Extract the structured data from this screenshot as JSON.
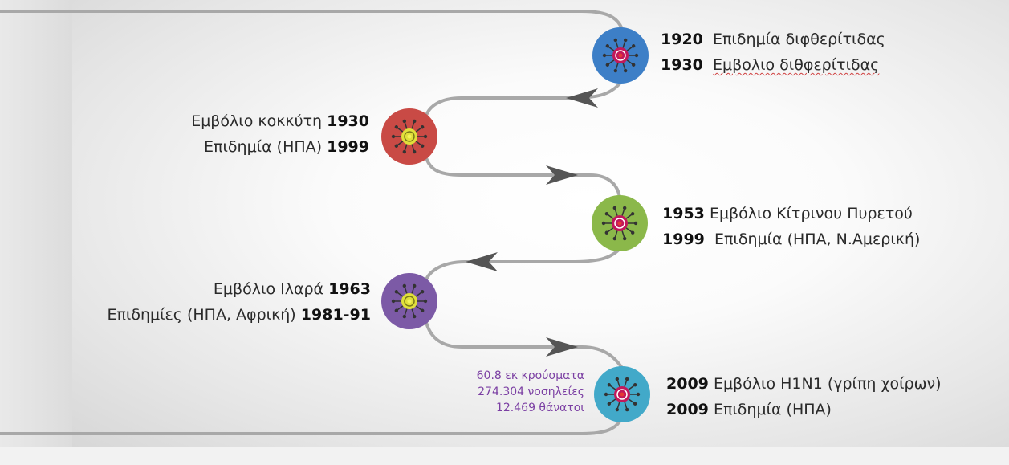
{
  "colors": {
    "node1": "#3d7fc7",
    "node2": "#c94a45",
    "node3": "#8bb84a",
    "node4": "#7c5aa6",
    "node5": "#42a9c9",
    "connector": "#a8a8a8",
    "arrow": "#555555",
    "note_text": "#7b3fa3"
  },
  "nodes": [
    {
      "icon": "virus-icon",
      "lines": [
        {
          "year": "1920",
          "text": "Επιδημία διφθερίτιδας",
          "squiggle": ""
        },
        {
          "year": "1930",
          "text": "Εμβολιο διθφερίτιδας",
          "squiggle": "yes"
        }
      ]
    },
    {
      "icon": "virus-icon",
      "lines": [
        {
          "text": "Εμβόλιο κοκκύτη",
          "year": "1930"
        },
        {
          "text": "Επιδημία (ΗΠΑ)",
          "year": "1999"
        }
      ]
    },
    {
      "icon": "virus-icon",
      "lines": [
        {
          "year": "1953",
          "text": "Εμβόλιο Κίτρινου Πυρετού"
        },
        {
          "year": "1999",
          "text": "Επιδημία (ΗΠΑ, Ν.Αμερική)"
        }
      ]
    },
    {
      "icon": "virus-icon",
      "lines": [
        {
          "text": "Εμβόλιο Ιλαρά",
          "year": "1963"
        },
        {
          "text": "Επιδημίες (ΗΠΑ, Αφρική)",
          "year": "1981-91"
        }
      ]
    },
    {
      "icon": "virus-icon",
      "lines": [
        {
          "year": "2009",
          "text": "Εμβόλιο H1N1 (γρίπη χοίρων)"
        },
        {
          "year": "2009",
          "text": "Επιδημία (ΗΠΑ)"
        }
      ]
    }
  ],
  "note": [
    "60.8 εκ κρούσματα",
    "274.304 νοσηλείες",
    "12.469 θάνατοι"
  ]
}
